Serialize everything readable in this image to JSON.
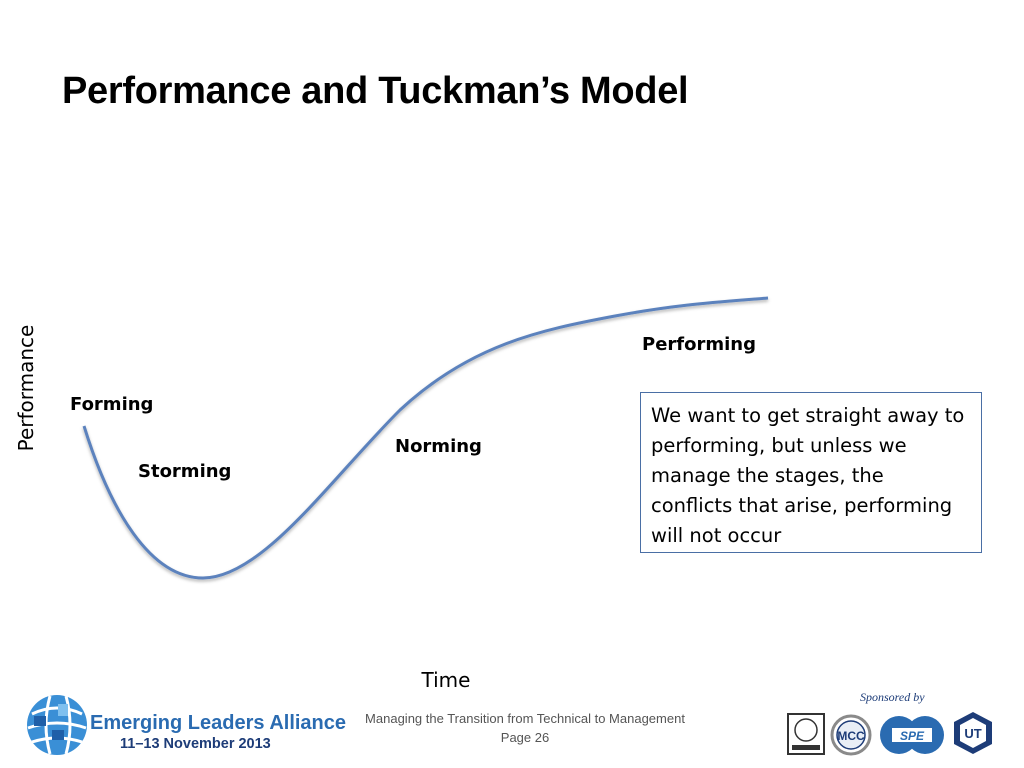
{
  "slide": {
    "title": "Performance and Tuckman’s Model"
  },
  "chart_data": {
    "type": "line",
    "xlabel": "Time",
    "ylabel": "Performance",
    "stages": [
      "Forming",
      "Storming",
      "Norming",
      "Performing"
    ],
    "callout": "We want to get straight away to performing, but unless we manage the stages, the conflicts that arise, performing will not occur"
  },
  "footer": {
    "line1": "Managing the Transition from Technical to Management",
    "line2": "Page 26",
    "org_name": "Emerging Leaders Alliance",
    "org_date": "11–13 November 2013",
    "sponsored_by": "Sponsored by"
  },
  "colors": {
    "curve": "#5b82bd",
    "axis": "#4a73b0",
    "brand_blue": "#2a6bb1"
  },
  "sponsor_logos": [
    "aime-logo",
    "mcc-logo",
    "spe-logo",
    "asce-ut-logo"
  ]
}
